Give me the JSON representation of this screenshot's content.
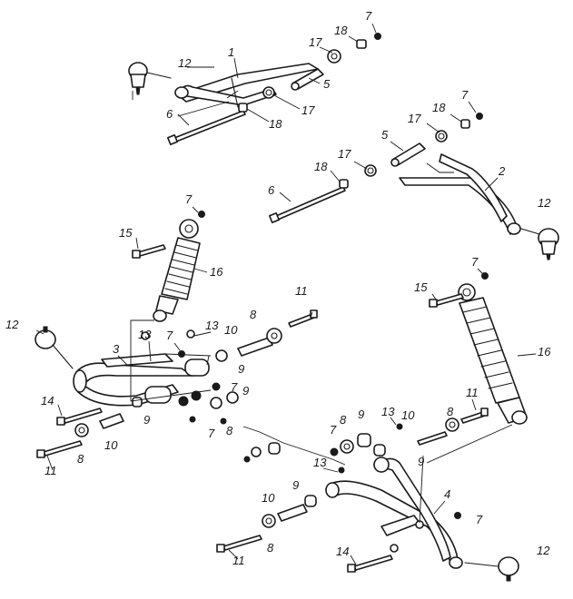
{
  "diagram": {
    "callouts": [
      {
        "id": "c1",
        "text": "1"
      },
      {
        "id": "c2",
        "text": "2"
      },
      {
        "id": "c3",
        "text": "3"
      },
      {
        "id": "c4",
        "text": "4"
      },
      {
        "id": "c5a",
        "text": "5"
      },
      {
        "id": "c5b",
        "text": "5"
      },
      {
        "id": "c6a",
        "text": "6"
      },
      {
        "id": "c6b",
        "text": "6"
      },
      {
        "id": "c7a",
        "text": "7"
      },
      {
        "id": "c7b",
        "text": "7"
      },
      {
        "id": "c7c",
        "text": "7"
      },
      {
        "id": "c7d",
        "text": "7"
      },
      {
        "id": "c7e",
        "text": "7"
      },
      {
        "id": "c7f",
        "text": "7"
      },
      {
        "id": "c7g",
        "text": "7"
      },
      {
        "id": "c7h",
        "text": "7"
      },
      {
        "id": "c7i",
        "text": "7"
      },
      {
        "id": "c8a",
        "text": "8"
      },
      {
        "id": "c8b",
        "text": "8"
      },
      {
        "id": "c8c",
        "text": "8"
      },
      {
        "id": "c8d",
        "text": "8"
      },
      {
        "id": "c8e",
        "text": "8"
      },
      {
        "id": "c8f",
        "text": "8"
      },
      {
        "id": "c9a",
        "text": "9"
      },
      {
        "id": "c9b",
        "text": "9"
      },
      {
        "id": "c9c",
        "text": "9"
      },
      {
        "id": "c9d",
        "text": "9"
      },
      {
        "id": "c9e",
        "text": "9"
      },
      {
        "id": "c9f",
        "text": "9"
      },
      {
        "id": "c10a",
        "text": "10"
      },
      {
        "id": "c10b",
        "text": "10"
      },
      {
        "id": "c10c",
        "text": "10"
      },
      {
        "id": "c10d",
        "text": "10"
      },
      {
        "id": "c11a",
        "text": "11"
      },
      {
        "id": "c11b",
        "text": "11"
      },
      {
        "id": "c11c",
        "text": "11"
      },
      {
        "id": "c11d",
        "text": "11"
      },
      {
        "id": "c12a",
        "text": "12"
      },
      {
        "id": "c12b",
        "text": "12"
      },
      {
        "id": "c12c",
        "text": "12"
      },
      {
        "id": "c12d",
        "text": "12"
      },
      {
        "id": "c13a",
        "text": "13"
      },
      {
        "id": "c13b",
        "text": "13"
      },
      {
        "id": "c13c",
        "text": "13"
      },
      {
        "id": "c13d",
        "text": "13"
      },
      {
        "id": "c14a",
        "text": "14"
      },
      {
        "id": "c14b",
        "text": "14"
      },
      {
        "id": "c15a",
        "text": "15"
      },
      {
        "id": "c15b",
        "text": "15"
      },
      {
        "id": "c16a",
        "text": "16"
      },
      {
        "id": "c16b",
        "text": "16"
      },
      {
        "id": "c17a",
        "text": "17"
      },
      {
        "id": "c17b",
        "text": "17"
      },
      {
        "id": "c17c",
        "text": "17"
      },
      {
        "id": "c17d",
        "text": "17"
      },
      {
        "id": "c18a",
        "text": "18"
      },
      {
        "id": "c18b",
        "text": "18"
      },
      {
        "id": "c18c",
        "text": "18"
      },
      {
        "id": "c18d",
        "text": "18"
      }
    ]
  }
}
